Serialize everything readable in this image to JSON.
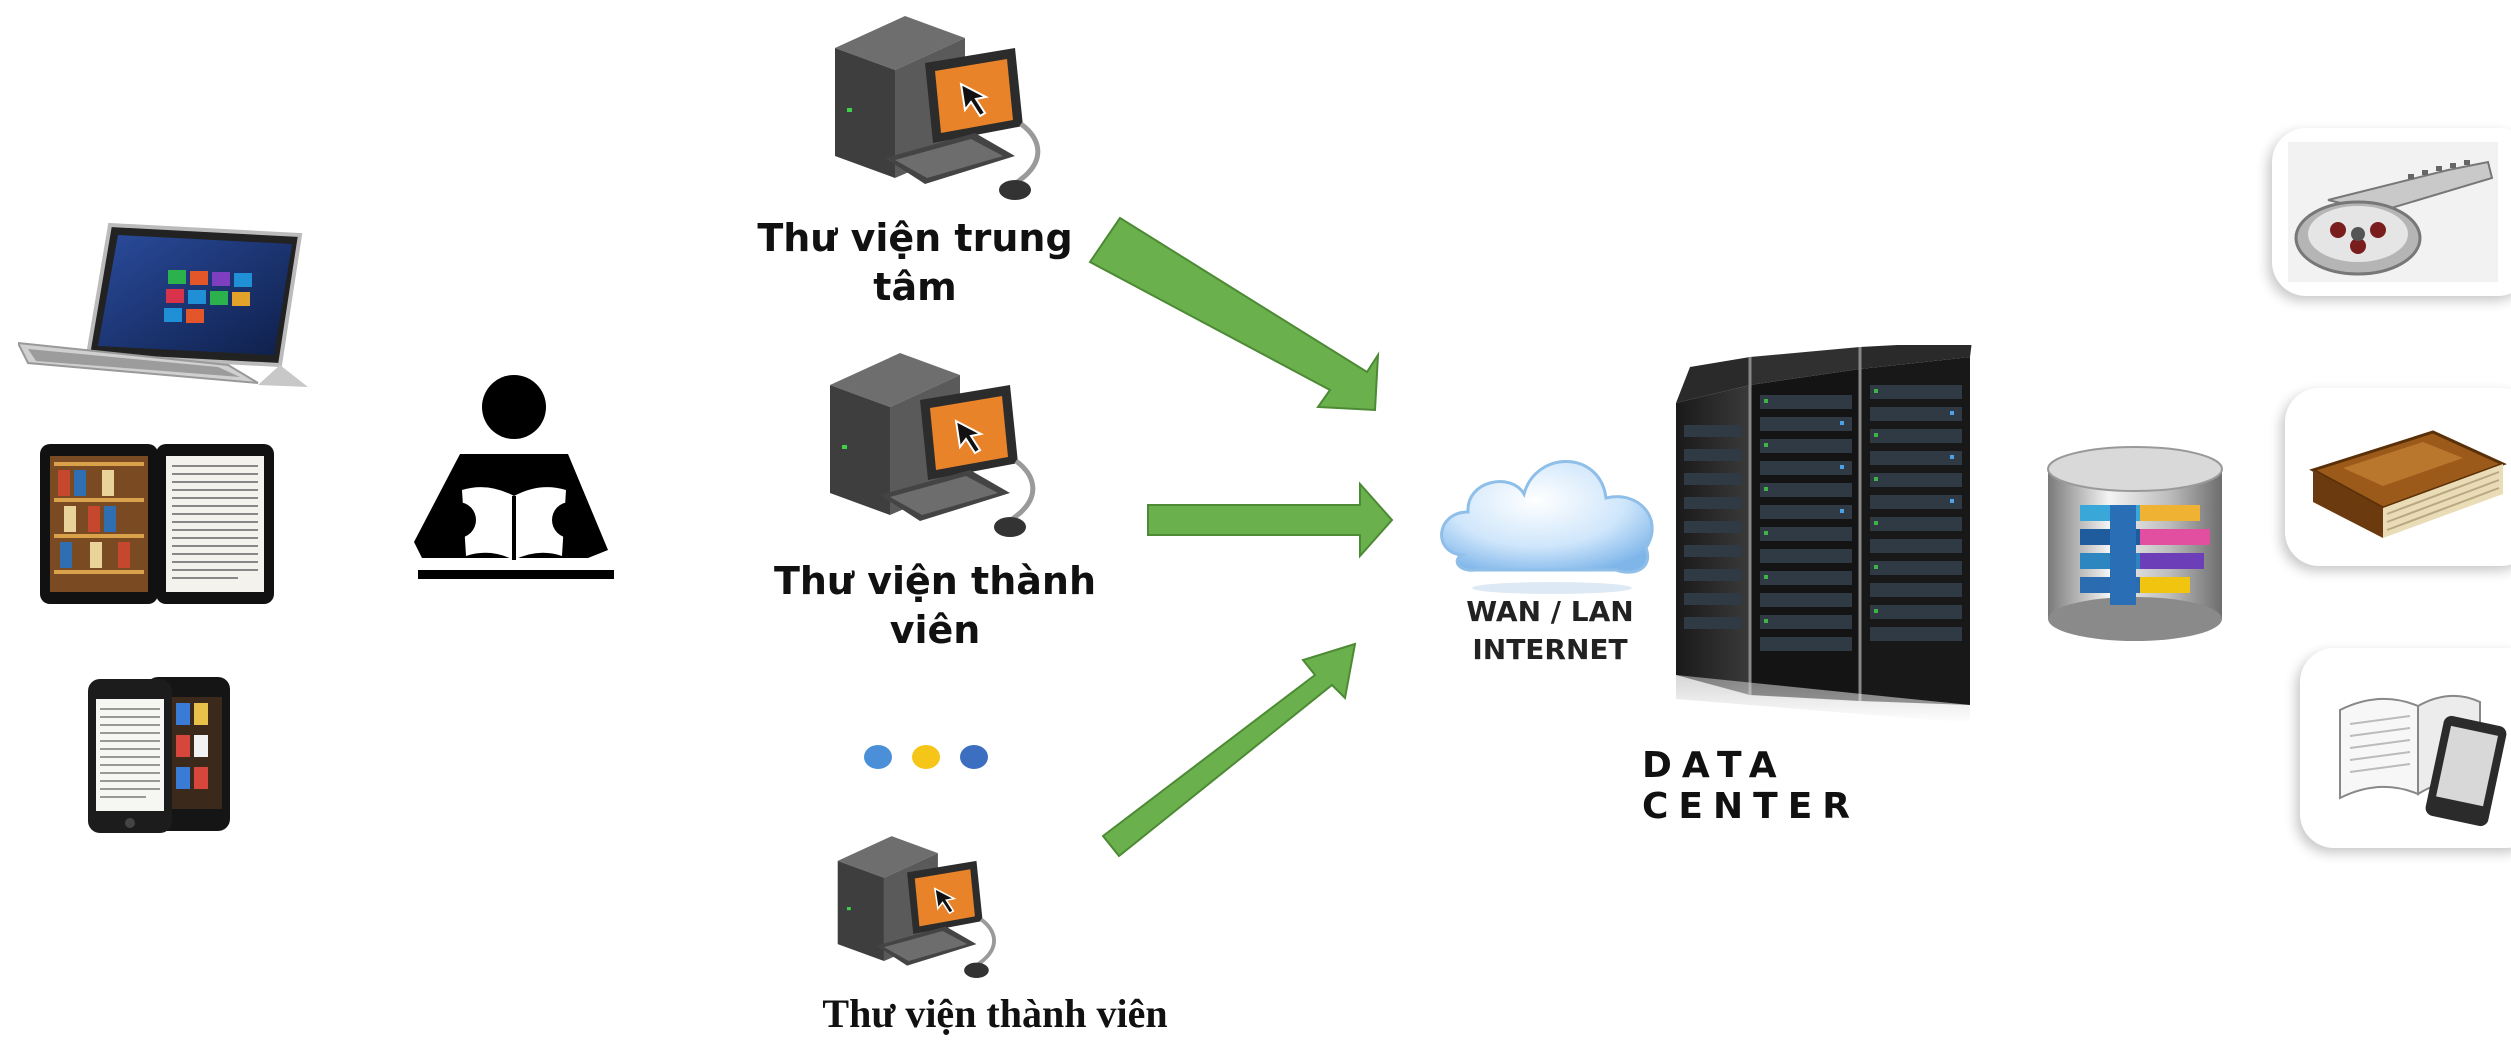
{
  "libraries": {
    "central": {
      "line1": "Thư viện trung",
      "line2": "tâm"
    },
    "member": {
      "line1": "Thư viện thành",
      "line2": "viên"
    },
    "member_bottom": "Thư viện thành viên"
  },
  "network": {
    "line1": "WAN / LAN",
    "line2": "INTERNET"
  },
  "data_center": "DATA CENTER",
  "colors": {
    "arrow": "#6ab04c",
    "dot_blue": "#4a8fd8",
    "dot_yellow": "#f5c518",
    "dot_dark_blue": "#3d6fc0"
  },
  "icons": [
    "laptop-tablet-icon",
    "tablet-reader-icon",
    "smartphone-reader-icon",
    "reader-icon",
    "computer-icon",
    "cloud-icon",
    "server-rack-icon",
    "database-icon",
    "film-reel-icon",
    "old-book-icon",
    "ebook-icon"
  ]
}
